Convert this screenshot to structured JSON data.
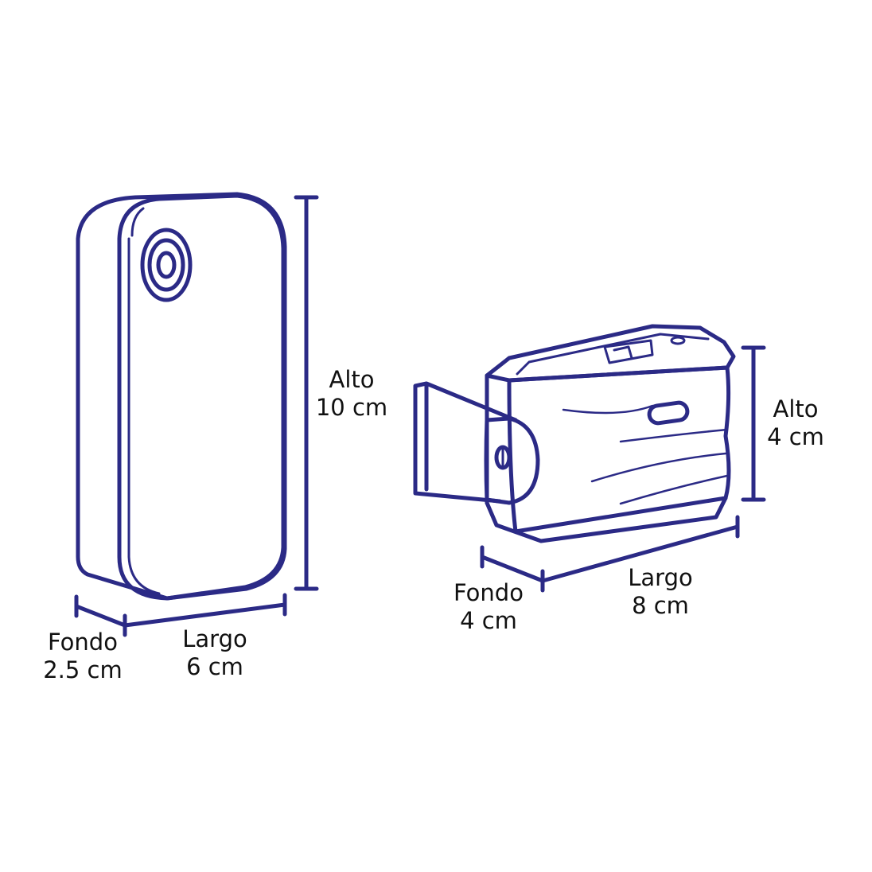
{
  "colors": {
    "stroke": "#2b2a86",
    "text": "#111111",
    "background": "#ffffff"
  },
  "device_1": {
    "alto": {
      "label": "Alto",
      "value": "10 cm"
    },
    "largo": {
      "label": "Largo",
      "value": "6 cm"
    },
    "fondo": {
      "label": "Fondo",
      "value": "2.5 cm"
    }
  },
  "device_2": {
    "alto": {
      "label": "Alto",
      "value": "4 cm"
    },
    "largo": {
      "label": "Largo",
      "value": "8 cm"
    },
    "fondo": {
      "label": "Fondo",
      "value": "4 cm"
    }
  }
}
